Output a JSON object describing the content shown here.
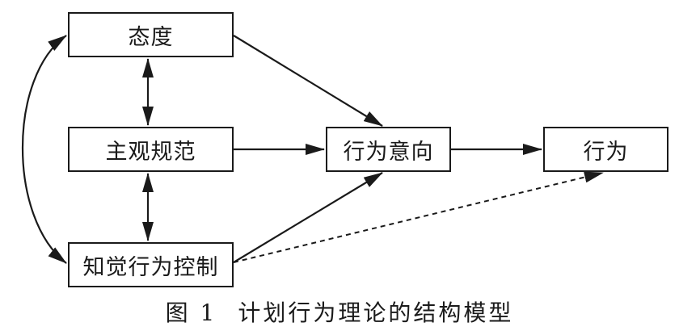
{
  "nodes": {
    "attitude": "态度",
    "subjective_norm": "主观规范",
    "perceived_control": "知觉行为控制",
    "intention": "行为意向",
    "behavior": "行为"
  },
  "caption": {
    "figure_number": "图 1",
    "title": "计划行为理论的结构模型"
  },
  "colors": {
    "stroke": "#1a1a1a"
  }
}
